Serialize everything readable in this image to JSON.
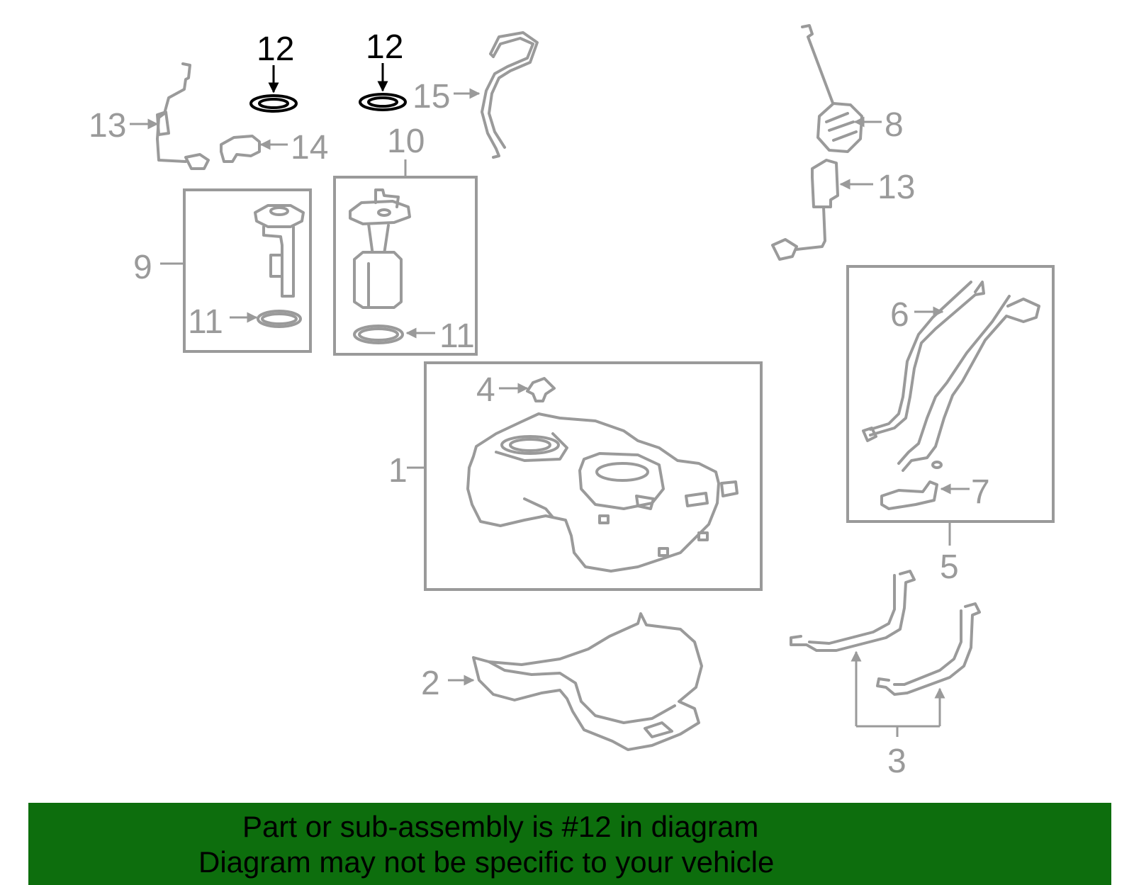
{
  "diagram": {
    "accent_color": "#000000",
    "part_color": "#9a9a9a",
    "callouts": {
      "c1": "1",
      "c2": "2",
      "c3": "3",
      "c4": "4",
      "c5": "5",
      "c6": "6",
      "c7": "7",
      "c8": "8",
      "c9": "9",
      "c10": "10",
      "c11a": "11",
      "c11b": "11",
      "c12a": "12",
      "c12b": "12",
      "c13a": "13",
      "c13b": "13",
      "c14": "14",
      "c15": "15"
    }
  },
  "banner": {
    "background": "#0d6e0d",
    "line1": "Part or sub-assembly is #12 in diagram",
    "line2": "Diagram may not be specific to your vehicle"
  }
}
